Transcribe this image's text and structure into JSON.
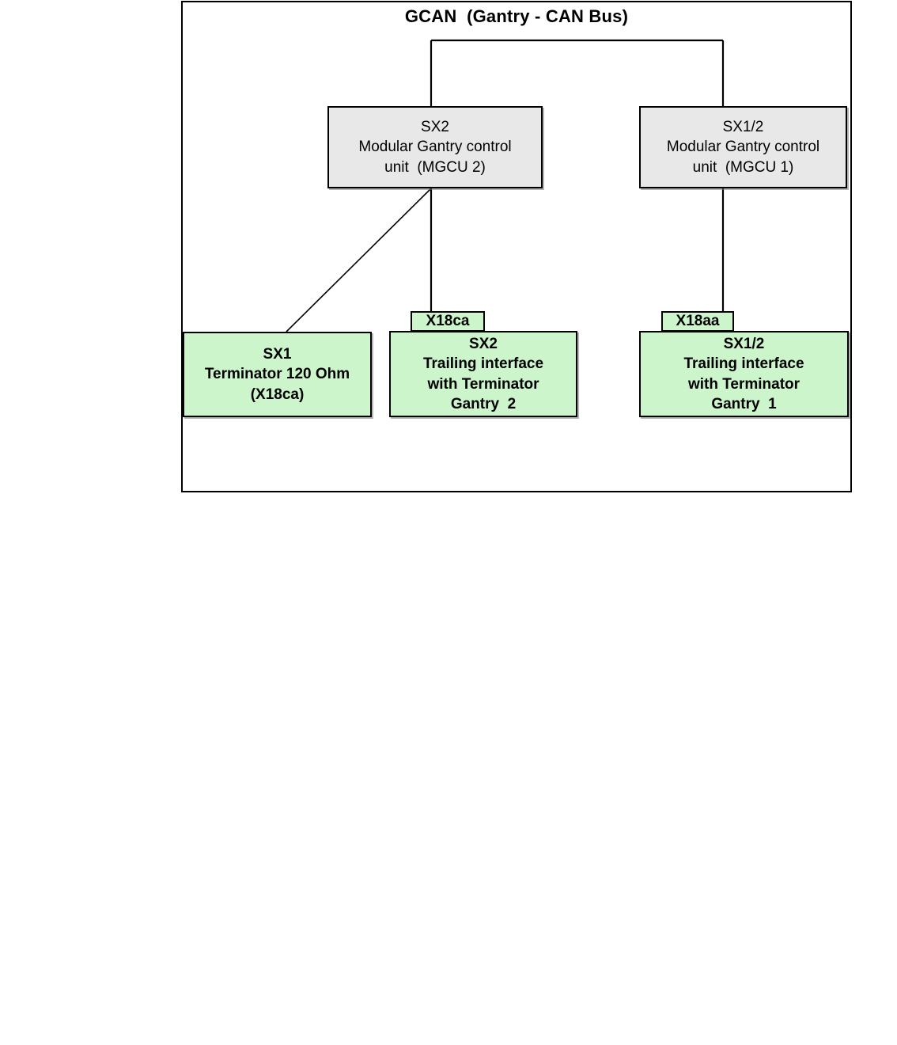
{
  "diagram": {
    "title": "GCAN  (Gantry - CAN Bus)",
    "frame_border_color": "#000000",
    "background_color": "#ffffff"
  },
  "colors": {
    "unit_fill": "#e8e8e8",
    "interface_fill": "#ccf5cc",
    "line": "#000000"
  },
  "nodes": {
    "mgcu2": {
      "line1": "SX2",
      "line2": "Modular Gantry control",
      "line3": "unit  (MGCU 2)"
    },
    "mgcu1": {
      "line1": "SX1/2",
      "line2": "Modular Gantry control",
      "line3": "unit  (MGCU 1)"
    },
    "sx1_terminator": {
      "line1": "SX1",
      "line2": "Terminator 120 Ohm",
      "line3": "(X18ca)"
    },
    "sx2_trailing": {
      "line1": "SX2",
      "line2": "Trailing interface",
      "line3": "with Terminator",
      "line4": "Gantry  2"
    },
    "sx12_trailing": {
      "line1": "SX1/2",
      "line2": "Trailing interface",
      "line3": "with Terminator",
      "line4": "Gantry  1"
    }
  },
  "connectors": {
    "tab_left": "X18ca",
    "tab_right": "X18aa"
  }
}
